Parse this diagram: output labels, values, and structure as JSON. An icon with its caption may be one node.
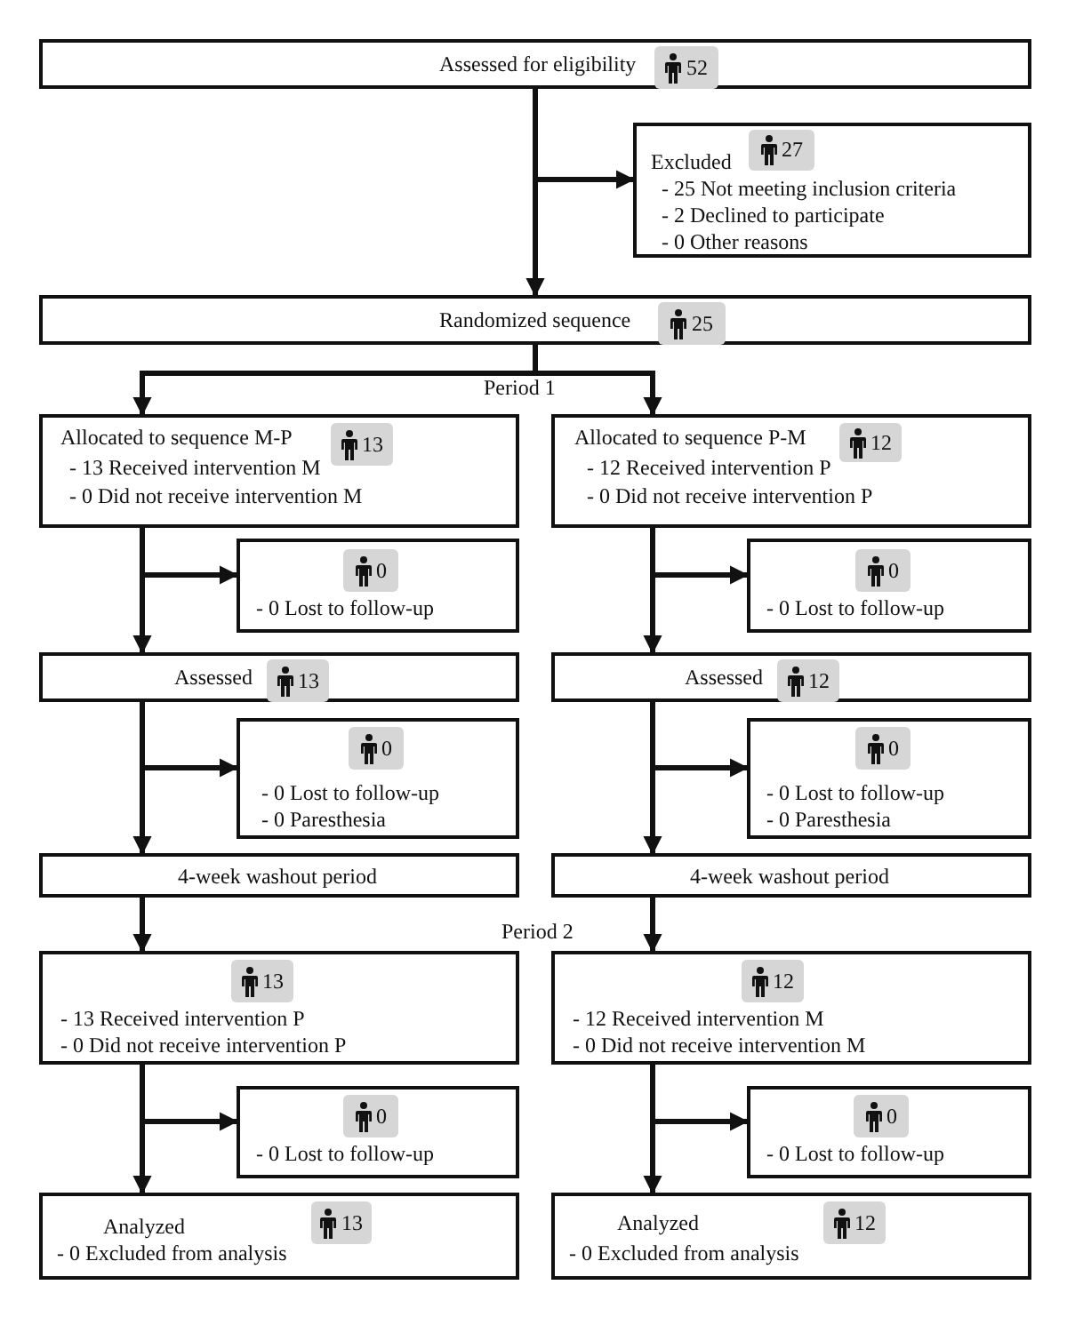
{
  "diagram": {
    "nodes": [
      {
        "text": [
          "Assessed for eligibility"
        ]
      },
      {
        "text": [
          "52"
        ],
        "in": 0
      },
      {
        "text": [
          "Excluded",
          "- 25 Not meeting inclusion criteria",
          "- 2 Declined to participate",
          "- 0 Other reasons"
        ]
      },
      {
        "text": [
          "27"
        ],
        "in": 2
      },
      {
        "text": [
          "Randomized sequence"
        ]
      },
      {
        "text": [
          "25"
        ],
        "in": 4
      },
      {
        "text": [
          "Allocated to sequence M-P",
          "- 13 Received intervention M",
          "- 0 Did not receive intervention M"
        ]
      },
      {
        "text": [
          "13"
        ],
        "in": 6
      },
      {
        "text": [
          "Allocated to sequence P-M",
          "- 12 Received intervention P",
          "- 0 Did not receive intervention P"
        ]
      },
      {
        "text": [
          "12"
        ],
        "in": 8
      },
      {
        "text": [
          "- 0 Lost to follow-up"
        ]
      },
      {
        "text": [
          "0"
        ],
        "in": 10
      },
      {
        "text": [
          "- 0 Lost to follow-up"
        ]
      },
      {
        "text": [
          "0"
        ],
        "in": 12
      },
      {
        "text": [
          "Assessed"
        ]
      },
      {
        "text": [
          "13"
        ],
        "in": 14
      },
      {
        "text": [
          "Assessed"
        ]
      },
      {
        "text": [
          "12"
        ],
        "in": 16
      },
      {
        "text": [
          "- 0 Lost to follow-up",
          "- 0 Paresthesia"
        ]
      },
      {
        "text": [
          "0"
        ],
        "in": 18
      },
      {
        "text": [
          "- 0 Lost to follow-up",
          "- 0 Paresthesia"
        ]
      },
      {
        "text": [
          "0"
        ],
        "in": 20
      },
      {
        "text": [
          "4-week washout period"
        ]
      },
      {
        "text": [
          "4-week washout period"
        ]
      },
      {
        "text": [
          "- 13 Received intervention P",
          "- 0 Did not receive intervention P"
        ]
      },
      {
        "text": [
          "13"
        ],
        "in": 24
      },
      {
        "text": [
          "- 12 Received intervention M",
          "- 0 Did not receive intervention M"
        ]
      },
      {
        "text": [
          "12"
        ],
        "in": 26
      },
      {
        "text": [
          "- 0 Lost to follow-up"
        ]
      },
      {
        "text": [
          "0"
        ],
        "in": 28
      },
      {
        "text": [
          "- 0 Lost to follow-up"
        ]
      },
      {
        "text": [
          "0"
        ],
        "in": 30
      },
      {
        "text": [
          "Analyzed",
          "- 0 Excluded from analysis"
        ]
      },
      {
        "text": [
          "13"
        ],
        "in": 32
      },
      {
        "text": [
          "Analyzed",
          "- 0 Excluded from analysis"
        ]
      },
      {
        "text": [
          "12"
        ],
        "in": 34
      }
    ],
    "edges": [
      {
        "from": 0,
        "to": 4,
        "arrow": "to"
      },
      {
        "from": 0,
        "to": 2,
        "arrow": "to"
      },
      {
        "from": 4,
        "to": 6,
        "arrow": "to"
      },
      {
        "from": 4,
        "to": 8,
        "arrow": "to"
      },
      {
        "from": 6,
        "to": 14,
        "arrow": "to"
      },
      {
        "from": 6,
        "to": 10,
        "arrow": "to"
      },
      {
        "from": 8,
        "to": 16,
        "arrow": "to"
      },
      {
        "from": 8,
        "to": 12,
        "arrow": "to"
      },
      {
        "from": 14,
        "to": 22,
        "arrow": "to"
      },
      {
        "from": 14,
        "to": 18,
        "arrow": "to"
      },
      {
        "from": 16,
        "to": 23,
        "arrow": "to"
      },
      {
        "from": 16,
        "to": 20,
        "arrow": "to"
      },
      {
        "from": 22,
        "to": 24,
        "arrow": "to"
      },
      {
        "from": 23,
        "to": 26,
        "arrow": "to"
      },
      {
        "from": 24,
        "to": 32,
        "arrow": "to"
      },
      {
        "from": 24,
        "to": 28,
        "arrow": "to"
      },
      {
        "from": 26,
        "to": 34,
        "arrow": "to"
      },
      {
        "from": 26,
        "to": 30,
        "arrow": "to"
      }
    ],
    "labels": [
      "Period 1",
      "Period 2"
    ]
  }
}
